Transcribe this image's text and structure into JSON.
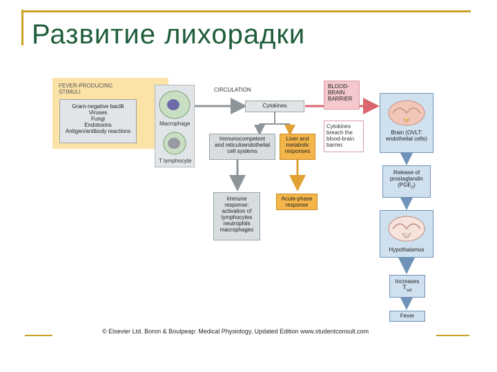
{
  "slide": {
    "title": "Развитие лихорадки",
    "credit": "© Elsevier Ltd. Boron & Boulpeap: Medical Physiology, Updated Edition    www.studentconsult.com"
  },
  "diagram": {
    "stimuli_heading": "FEVER-PRODUCING\nSTIMULI",
    "stimuli_list": "Gram-negative bacilli\nViruses\nFungi\nEndotoxins\nAntigen/antibody reactions",
    "macrophage_label": "Macrophage",
    "lymphocyte_label": "T lymphocyte",
    "circulation_label": "CIRCULATION",
    "cytokines": "Cytokines",
    "bbb_label": "BLOOD-\nBRAIN\nBARRIER",
    "bbb_breach": "Cytokines\nbreach the\nblood-brain\nbarrier.",
    "immunocompetent": "Immunocompetent\nand reticuloendothelial\ncell systems",
    "liver": "Liver and\nmetabolic\nresponses",
    "immune_response": "Immune\nresponse:\nactivation of\nlymphocytes\nneutrophils\nmacrophages",
    "acute_phase": "Acute-phase\nresponse",
    "brain_ovlt": "Brain (OVLT:\nendothelial cells)",
    "release_pge": "Release of\nprostaglandin\n(PGE",
    "pge_subscript": "2",
    "pge_close": ")",
    "hypothalamus": "Hypothalamus",
    "increases": "Increases",
    "t_letter": "T",
    "t_subscript": "set",
    "fever": "Fever"
  },
  "colors": {
    "title": "#1f5d3a",
    "accent_gold": "#c9a227",
    "stimuli_bg": "#fbe3a8",
    "orange": "#f4b64a",
    "blue_box": "#cfe0ef",
    "gray_box": "#d8dde0",
    "pink_box": "#f4c8cc",
    "arrow_red": "#d9656f"
  }
}
